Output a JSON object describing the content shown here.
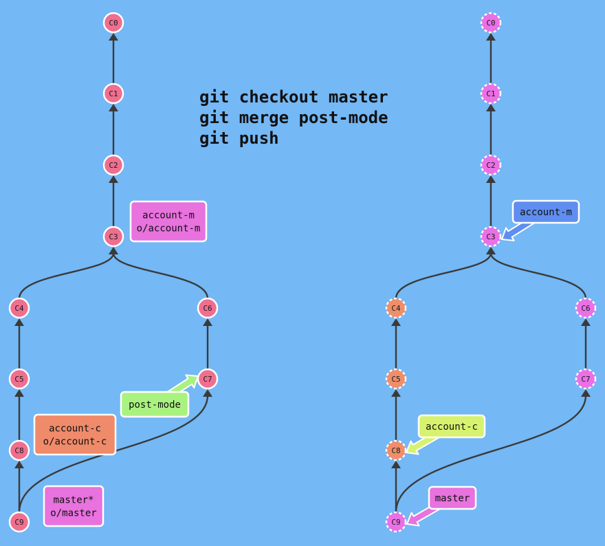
{
  "commands": [
    "git checkout master",
    "git merge post-mode",
    "git push"
  ],
  "colors": {
    "background": "#74b8f5",
    "edge": "#3a3a3a",
    "commit_pink": "#ee6f8f",
    "commit_magenta": "#ea70e6",
    "commit_orange": "#ef8e6b",
    "branch_magenta": "#e872de",
    "branch_orange": "#ef8a6a",
    "branch_green": "#a9f27f",
    "branch_lime": "#d7f26e",
    "branch_blue": "#5f8ef0"
  },
  "local": {
    "commits": [
      {
        "id": "C0",
        "color": "#ee6f8f",
        "dashed": false
      },
      {
        "id": "C1",
        "color": "#ee6f8f",
        "dashed": false
      },
      {
        "id": "C2",
        "color": "#ee6f8f",
        "dashed": false
      },
      {
        "id": "C3",
        "color": "#ee6f8f",
        "dashed": false
      },
      {
        "id": "C4",
        "color": "#ee6f8f",
        "dashed": false
      },
      {
        "id": "C5",
        "color": "#ee6f8f",
        "dashed": false
      },
      {
        "id": "C8",
        "color": "#ee6f8f",
        "dashed": false
      },
      {
        "id": "C9",
        "color": "#ee6f8f",
        "dashed": false
      },
      {
        "id": "C6",
        "color": "#ee6f8f",
        "dashed": false
      },
      {
        "id": "C7",
        "color": "#ee6f8f",
        "dashed": false
      }
    ],
    "edges": [
      {
        "from": "C1",
        "to": "C0"
      },
      {
        "from": "C2",
        "to": "C1"
      },
      {
        "from": "C3",
        "to": "C2"
      },
      {
        "from": "C4",
        "to": "C3"
      },
      {
        "from": "C6",
        "to": "C3"
      },
      {
        "from": "C5",
        "to": "C4"
      },
      {
        "from": "C8",
        "to": "C5"
      },
      {
        "from": "C9",
        "to": "C8"
      },
      {
        "from": "C7",
        "to": "C6"
      },
      {
        "from": "C9",
        "to": "C7"
      }
    ],
    "branches": [
      {
        "lines": [
          "account-m",
          "o/account-m"
        ],
        "target": "C3",
        "color": "#e872de",
        "pointer": false
      },
      {
        "lines": [
          "account-c",
          "o/account-c"
        ],
        "target": "C8",
        "color": "#ef8a6a",
        "pointer": false
      },
      {
        "lines": [
          "post-mode"
        ],
        "target": "C7",
        "color": "#a9f27f",
        "pointer": true
      },
      {
        "lines": [
          "master*",
          "o/master"
        ],
        "target": "C9",
        "color": "#e872de",
        "pointer": false
      }
    ]
  },
  "remote": {
    "commits": [
      {
        "id": "C0",
        "color": "#ea70e6",
        "dashed": true
      },
      {
        "id": "C1",
        "color": "#ea70e6",
        "dashed": true
      },
      {
        "id": "C2",
        "color": "#ea70e6",
        "dashed": true
      },
      {
        "id": "C3",
        "color": "#ea70e6",
        "dashed": true
      },
      {
        "id": "C4",
        "color": "#ef8e6b",
        "dashed": true
      },
      {
        "id": "C5",
        "color": "#ef8e6b",
        "dashed": true
      },
      {
        "id": "C8",
        "color": "#ef8e6b",
        "dashed": true
      },
      {
        "id": "C9",
        "color": "#ea70e6",
        "dashed": true
      },
      {
        "id": "C6",
        "color": "#ea70e6",
        "dashed": true
      },
      {
        "id": "C7",
        "color": "#ea70e6",
        "dashed": true
      }
    ],
    "edges": [
      {
        "from": "C1",
        "to": "C0"
      },
      {
        "from": "C2",
        "to": "C1"
      },
      {
        "from": "C3",
        "to": "C2"
      },
      {
        "from": "C4",
        "to": "C3"
      },
      {
        "from": "C6",
        "to": "C3"
      },
      {
        "from": "C5",
        "to": "C4"
      },
      {
        "from": "C8",
        "to": "C5"
      },
      {
        "from": "C9",
        "to": "C8"
      },
      {
        "from": "C7",
        "to": "C6"
      },
      {
        "from": "C9",
        "to": "C7"
      }
    ],
    "branches": [
      {
        "lines": [
          "account-m"
        ],
        "target": "C3",
        "color": "#5f8ef0",
        "pointer": true
      },
      {
        "lines": [
          "account-c"
        ],
        "target": "C8",
        "color": "#d7f26e",
        "pointer": true
      },
      {
        "lines": [
          "master"
        ],
        "target": "C9",
        "color": "#e872de",
        "pointer": true
      }
    ]
  }
}
